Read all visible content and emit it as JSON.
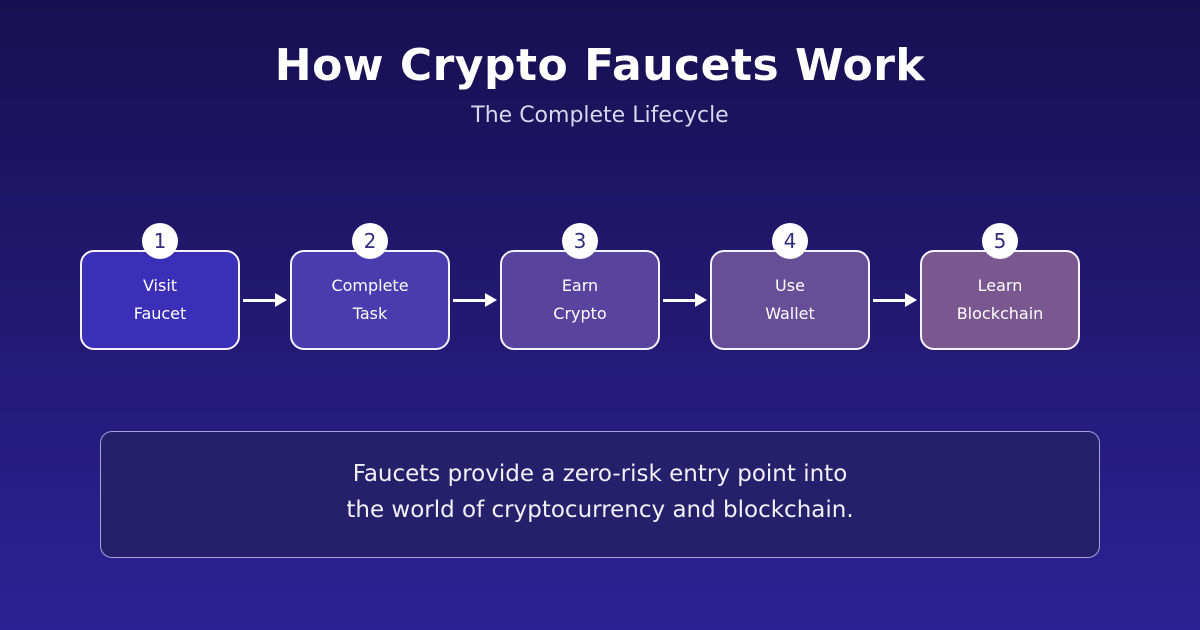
{
  "header": {
    "title": "How Crypto Faucets Work",
    "subtitle": "The Complete Lifecycle"
  },
  "steps": [
    {
      "number": "1",
      "line1": "Visit",
      "line2": "Faucet",
      "color": "#3b2fb8"
    },
    {
      "number": "2",
      "line1": "Complete",
      "line2": "Task",
      "color": "#4a3cae"
    },
    {
      "number": "3",
      "line1": "Earn",
      "line2": "Crypto",
      "color": "#58439f"
    },
    {
      "number": "4",
      "line1": "Use",
      "line2": "Wallet",
      "color": "#674f97"
    },
    {
      "number": "5",
      "line1": "Learn",
      "line2": "Blockchain",
      "color": "#7a588f"
    }
  ],
  "footer": {
    "line1": "Faucets provide a zero-risk entry point into",
    "line2": "the world of cryptocurrency and blockchain."
  },
  "colors": {
    "background_top": "#171050",
    "background_bottom": "#2e2195",
    "box_border": "#f4f2fb",
    "box_text": "#ffffff",
    "badge_background": "#ffffff",
    "badge_text": "#322d7d",
    "arrow": "#ffffff",
    "title_text": "#ffffff",
    "subtitle_text": "#dad6ed",
    "footer_border": "#a9a1d6",
    "footer_background": "#252069",
    "footer_text": "#f2f0fa"
  }
}
